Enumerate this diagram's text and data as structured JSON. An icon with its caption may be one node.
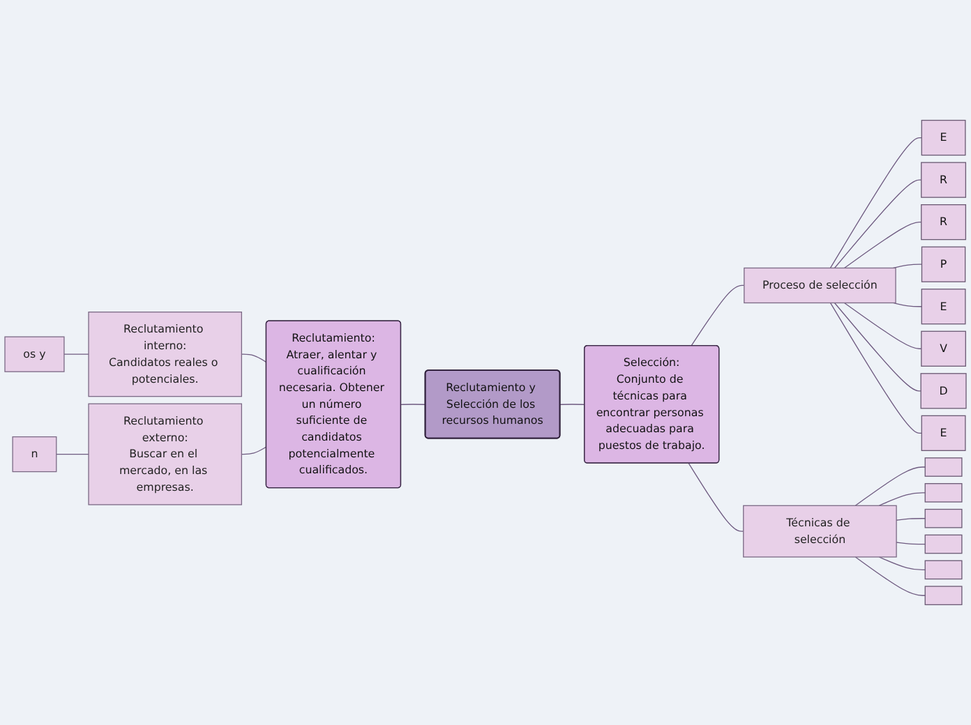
{
  "diagram": {
    "nodes": [
      {
        "text": [
          "Reclutamiento y Selección de los recursos humanos"
        ]
      },
      {
        "text": [
          "Reclutamiento:",
          "Atraer, alentar y cualificación necesaria. Obtener un número suficiente de candidatos potencialmente cualificados."
        ]
      },
      {
        "text": [
          "Selección:",
          "Conjunto de técnicas para encontrar personas adecuadas para puestos de trabajo."
        ]
      },
      {
        "text": [
          "Reclutamiento interno:",
          "Candidatos reales o potenciales."
        ]
      },
      {
        "text": [
          "Reclutamiento externo:",
          "Buscar en el mercado, en las empresas."
        ]
      },
      {
        "text": [
          "os y"
        ]
      },
      {
        "text": [
          "n"
        ]
      },
      {
        "text": [
          "Proceso de selección"
        ]
      },
      {
        "text": [
          "Técnicas de selección"
        ]
      },
      {
        "text": [
          "E"
        ]
      },
      {
        "text": [
          "R"
        ]
      },
      {
        "text": [
          "R"
        ]
      },
      {
        "text": [
          "P"
        ]
      },
      {
        "text": [
          "E"
        ]
      },
      {
        "text": [
          "V"
        ]
      },
      {
        "text": [
          "D"
        ]
      },
      {
        "text": [
          "E"
        ]
      },
      {
        "text": [],
        "shape": "box"
      },
      {
        "text": [],
        "shape": "box"
      },
      {
        "text": [],
        "shape": "box"
      },
      {
        "text": [],
        "shape": "box"
      },
      {
        "text": [],
        "shape": "box"
      },
      {
        "text": [],
        "shape": "box"
      }
    ],
    "edges": [
      {
        "from": 1,
        "to": 0,
        "arrow": "none"
      },
      {
        "from": 0,
        "to": 2,
        "arrow": "none"
      },
      {
        "from": 3,
        "to": 1,
        "arrow": "none"
      },
      {
        "from": 4,
        "to": 1,
        "arrow": "none"
      },
      {
        "from": 5,
        "to": 3,
        "arrow": "none"
      },
      {
        "from": 6,
        "to": 4,
        "arrow": "none"
      },
      {
        "from": 2,
        "to": 7,
        "arrow": "none"
      },
      {
        "from": 2,
        "to": 8,
        "arrow": "none"
      },
      {
        "from": 7,
        "to": 9,
        "arrow": "none"
      },
      {
        "from": 7,
        "to": 10,
        "arrow": "none"
      },
      {
        "from": 7,
        "to": 11,
        "arrow": "none"
      },
      {
        "from": 7,
        "to": 12,
        "arrow": "none"
      },
      {
        "from": 7,
        "to": 13,
        "arrow": "none"
      },
      {
        "from": 7,
        "to": 14,
        "arrow": "none"
      },
      {
        "from": 7,
        "to": 15,
        "arrow": "none"
      },
      {
        "from": 7,
        "to": 16,
        "arrow": "none"
      },
      {
        "from": 8,
        "to": 17,
        "arrow": "none"
      },
      {
        "from": 8,
        "to": 18,
        "arrow": "none"
      },
      {
        "from": 8,
        "to": 19,
        "arrow": "none"
      },
      {
        "from": 8,
        "to": 20,
        "arrow": "none"
      },
      {
        "from": 8,
        "to": 21,
        "arrow": "none"
      },
      {
        "from": 8,
        "to": 22,
        "arrow": "none"
      }
    ]
  }
}
